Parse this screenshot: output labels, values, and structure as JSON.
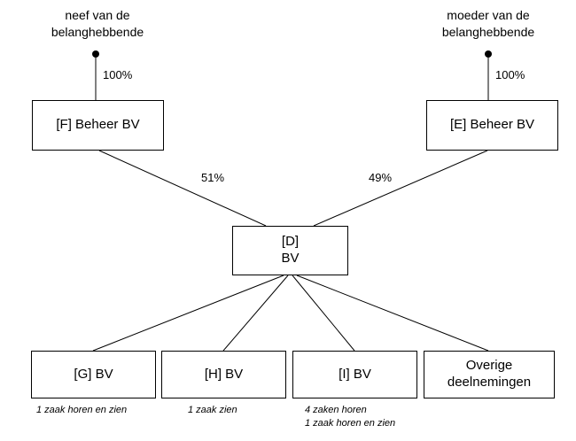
{
  "diagram": {
    "actors": {
      "left": {
        "line1": "neef van de",
        "line2": "belanghebbende",
        "ownership": "100%"
      },
      "right": {
        "line1": "moeder van de",
        "line2": "belanghebbende",
        "ownership": "100%"
      }
    },
    "boxes": {
      "f": {
        "label": "[F] Beheer BV"
      },
      "e": {
        "label": "[E] Beheer BV"
      },
      "d": {
        "line1": "[D]",
        "line2": "BV"
      },
      "g": {
        "label": "[G] BV"
      },
      "h": {
        "label": "[H] BV"
      },
      "i": {
        "label": "[I] BV"
      },
      "overige": {
        "line1": "Overige",
        "line2": "deelnemingen"
      }
    },
    "edges": {
      "f_to_d": "51%",
      "e_to_d": "49%"
    },
    "notes": {
      "g": "1 zaak horen en zien",
      "h": "1 zaak zien",
      "i_line1": "4 zaken horen",
      "i_line2": "1 zaak horen en zien"
    },
    "colors": {
      "line": "#000000",
      "box_border": "#000000",
      "background": "#ffffff"
    }
  }
}
